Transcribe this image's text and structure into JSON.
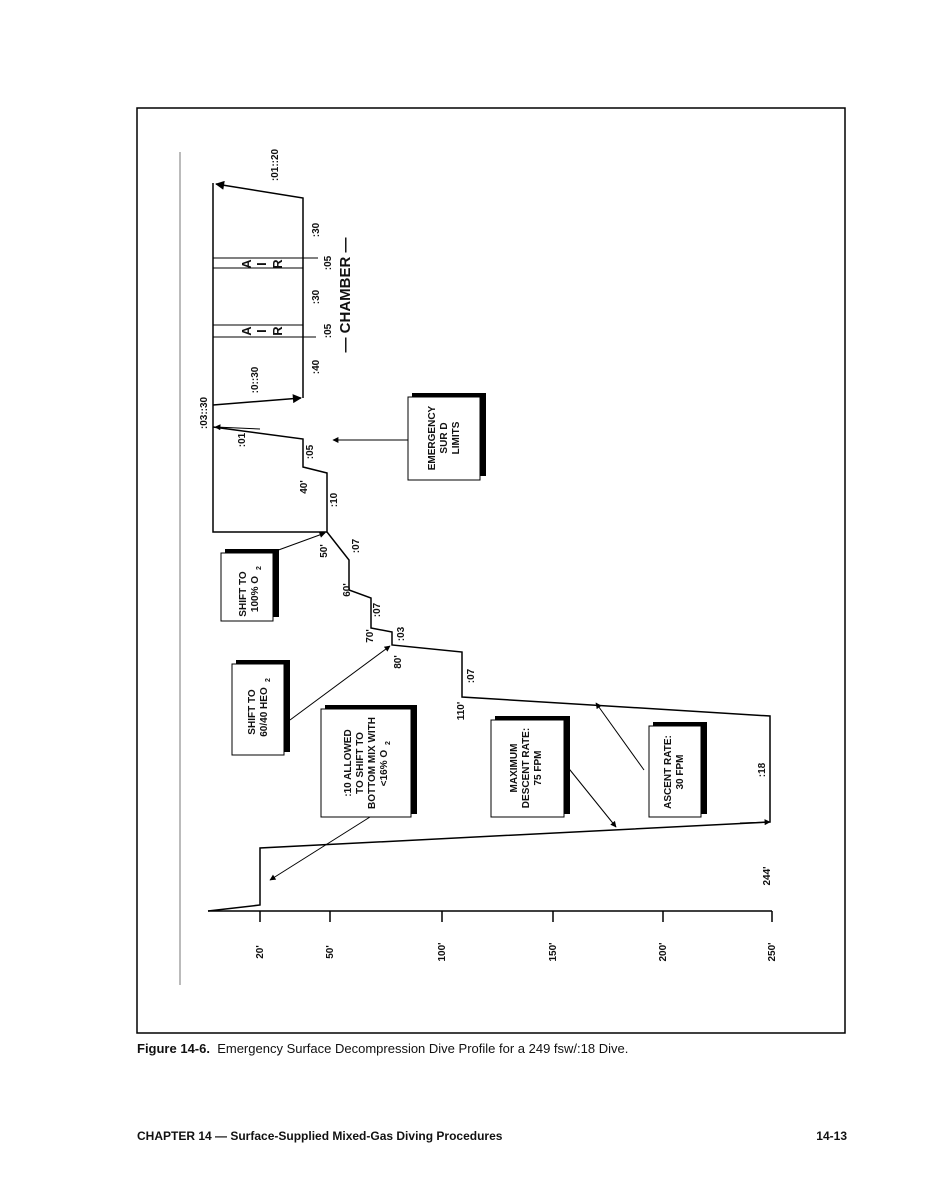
{
  "figure": {
    "surface_times": {
      "total_top": ":01::20",
      "surface_interval": ":03::30",
      "ascent_to_surface": ":01",
      "descent_to_chamber": ":0::30"
    },
    "chamber": {
      "title": "— CHAMBER —",
      "periods": [
        ":40",
        ":05",
        ":30",
        ":05",
        ":30"
      ],
      "air_break_letters": [
        "A",
        "I",
        "R"
      ]
    },
    "stops": [
      {
        "depth": "40'",
        "time": ":05"
      },
      {
        "depth": "50'",
        "time": ":10"
      },
      {
        "depth": "60'",
        "time": ":07"
      },
      {
        "depth": "70'",
        "time": ":07"
      },
      {
        "depth": "80'",
        "time": ":03"
      },
      {
        "depth": "110'",
        "time": ":07"
      }
    ],
    "bottom": {
      "depth": "244'",
      "time": ":18"
    },
    "depth_axis": [
      "20'",
      "50'",
      "100'",
      "150'",
      "200'",
      "250'"
    ],
    "callouts": {
      "emergency": [
        "EMERGENCY",
        "SUR D",
        "LIMITS"
      ],
      "shift_o2": [
        "SHIFT TO",
        "100% O",
        "2"
      ],
      "shift_heo": [
        "SHIFT TO",
        "60/40 HEO",
        "2"
      ],
      "allowed": [
        ":10 ALLOWED",
        "TO SHIFT TO",
        "BOTTOM MIX WITH",
        "<16% O",
        "2"
      ],
      "descent": [
        "MAXIMUM",
        "DESCENT RATE:",
        "75 FPM"
      ],
      "ascent": [
        "ASCENT RATE:",
        "30 FPM"
      ]
    }
  },
  "caption": {
    "label": "Figure 14-6.",
    "text": "Emergency Surface Decompression Dive Profile for a 249 fsw/:18 Dive."
  },
  "footer": {
    "chapter": "CHAPTER 14 — Surface-Supplied Mixed-Gas Diving Procedures",
    "page": "14-13"
  }
}
